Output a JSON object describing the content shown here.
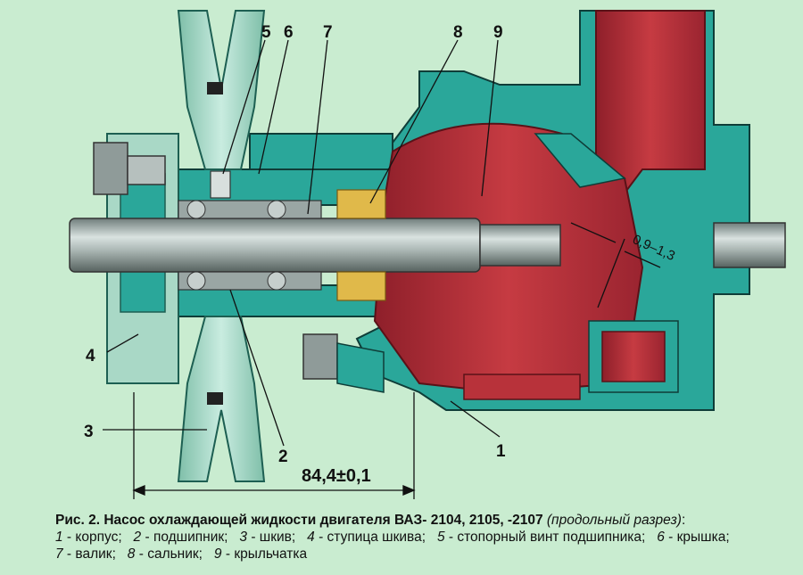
{
  "labels": {
    "l1": "1",
    "l2": "2",
    "l3": "3",
    "l4": "4",
    "l5": "5",
    "l6": "6",
    "l7": "7",
    "l8": "8",
    "l9": "9"
  },
  "dimensions": {
    "main": "84,4±0,1",
    "gap": "0,9–1,3"
  },
  "caption": {
    "title": "Рис. 2. Насос охлаждающей жидкости двигателя ВАЗ- 2104, 2105, -2107",
    "note": "(продольный разрез)",
    "note_suffix": ":",
    "legend": [
      {
        "num": "1",
        "text": " - корпус;"
      },
      {
        "num": "2",
        "text": " - подшипник;"
      },
      {
        "num": "3",
        "text": " - шкив;"
      },
      {
        "num": "4",
        "text": " - ступица шкива;"
      },
      {
        "num": "5",
        "text": " - стопорный винт подшипника;"
      },
      {
        "num": "6",
        "text": " - крышка;"
      },
      {
        "num": "7",
        "text": " - валик;"
      },
      {
        "num": "8",
        "text": " - сальник;"
      },
      {
        "num": "9",
        "text": " - крыльчатка"
      }
    ]
  },
  "colors": {
    "background": "#c9ecd0",
    "housing": "#2aa79a",
    "impeller": "#b8323a",
    "metal": "#9aa6a4",
    "pulley": "#a9d8c6"
  }
}
